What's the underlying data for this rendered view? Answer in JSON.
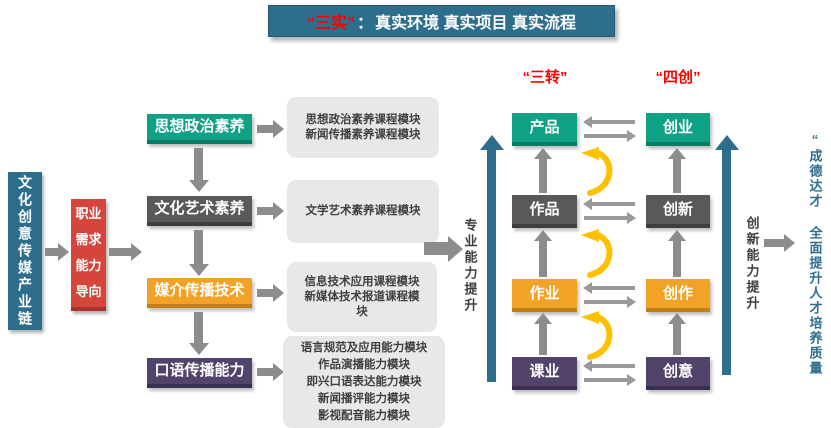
{
  "palette": {
    "teal": "#2E6E8D",
    "red_box": "#D5453C",
    "accent_red": "#FF0000",
    "green": "#0FA183",
    "dark_gray": "#595959",
    "orange": "#F2A227",
    "purple": "#514369",
    "module_bg": "#E8E8E8",
    "arrow_gray": "#8C8C8C",
    "cycle_yellow": "#FFC000"
  },
  "banner": {
    "highlight": "“三实”",
    "colon": "：",
    "text": "真实环境 真实项目 真实流程"
  },
  "left_flow": {
    "industry_chain": "文化创意传媒产业链",
    "career_demand": "职业\n需求\n能力\n导向"
  },
  "competencies": [
    {
      "label": "思想政治素养"
    },
    {
      "label": "文化艺术素养"
    },
    {
      "label": "媒介传播技术"
    },
    {
      "label": "口语传播能力"
    }
  ],
  "modules": [
    {
      "lines": [
        "思想政治素养课程模块",
        "新闻传播素养课程模块"
      ]
    },
    {
      "lines": [
        "文学艺术素养课程模块"
      ]
    },
    {
      "lines": [
        "信息技术应用课程模块",
        "新媒体技术报道课程模",
        "块"
      ]
    },
    {
      "lines": [
        "语言规范及应用能力模块",
        "作品演播能力模块",
        "即兴口语表达能力模块",
        "新闻播评能力模块",
        "影视配音能力模块"
      ]
    }
  ],
  "transformation": {
    "left_header": "“三转”",
    "right_header": "“四创”",
    "left_axis": "专业能力提升",
    "right_axis": "创新能力提升",
    "rows": [
      {
        "left": "产品",
        "right": "创业"
      },
      {
        "left": "作品",
        "right": "创新"
      },
      {
        "left": "作业",
        "right": "创作"
      },
      {
        "left": "课业",
        "right": "创意"
      }
    ]
  },
  "outcome": "“成德达才 全面提升人才培养质量"
}
